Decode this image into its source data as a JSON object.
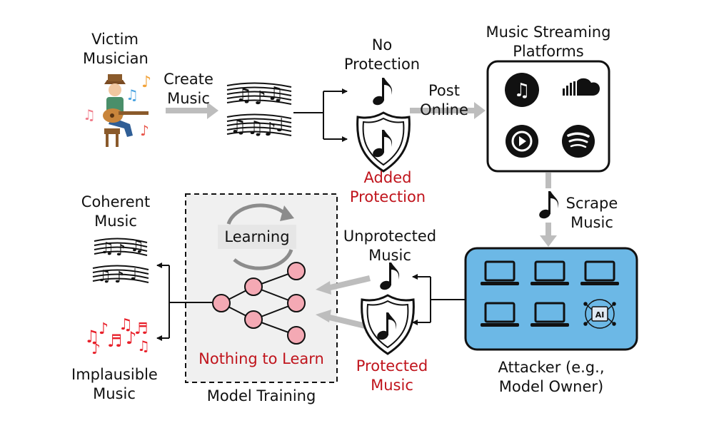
{
  "labels": {
    "victim": "Victim Musician",
    "create_music": "Create Music",
    "no_protection": "No Protection",
    "post_online": "Post Online",
    "platforms_title": "Music Streaming Platforms",
    "added_protection": "Added Protection",
    "scrape_music": "Scrape Music",
    "coherent_music": "Coherent Music",
    "learning": "Learning",
    "unprotected_music": "Unprotected Music",
    "nothing_to_learn": "Nothing to Learn",
    "protected_music": "Protected Music",
    "implausible_music": "Implausible Music",
    "model_training": "Model Training",
    "attacker": "Attacker (e.g., Model Owner)",
    "ai_chip": "AI"
  },
  "icons": {
    "musician": "guitar-player-icon",
    "sheet_music": "sheet-music-icon",
    "note": "music-note-icon",
    "shield": "shield-note-icon",
    "platforms": [
      "apple-music-icon",
      "soundcloud-icon",
      "youtube-music-icon",
      "spotify-icon"
    ],
    "attacker_devices": [
      "laptop-icon",
      "laptop-icon",
      "laptop-icon",
      "laptop-icon",
      "laptop-icon",
      "ai-chip-icon"
    ],
    "neural_network": "neural-network-icon",
    "cycle": "cycle-arrow-icon"
  },
  "colors": {
    "arrow_gray": "#bdbdbd",
    "platform_box": "#ffffff",
    "attacker_box": "#6cb8e6",
    "training_box": "#f0f0f0",
    "node_fill": "#f4a9b4",
    "highlight_red": "#c0141c",
    "implausible_notes": "#e8202a"
  }
}
